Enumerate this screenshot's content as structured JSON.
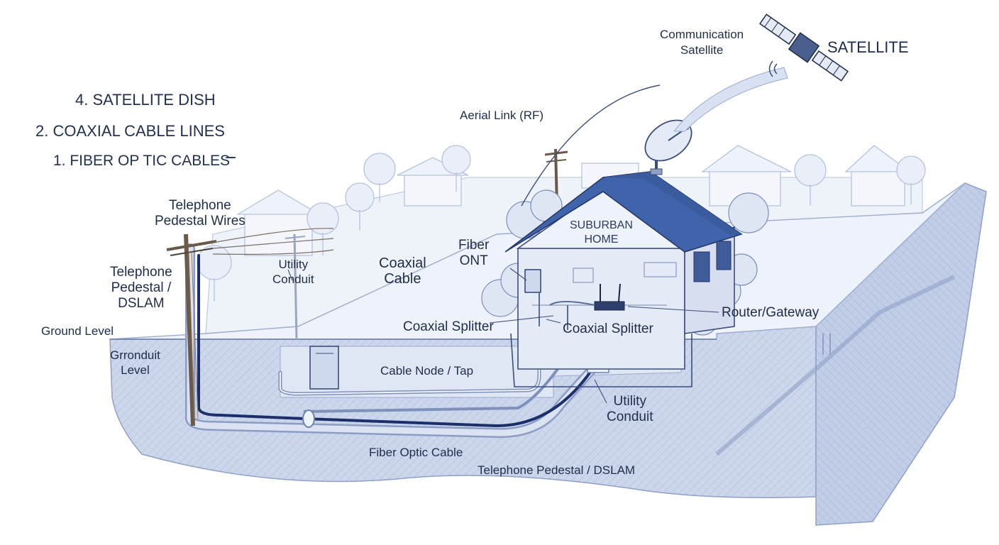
{
  "legend": {
    "item_4": "4. SATELLITE DISH",
    "item_2": "2. COAXIAL CABLE LINES",
    "item_1": "1. FIBER OP TIC CABLES",
    "dash": "–"
  },
  "labels": {
    "communication_satellite": "Communication\nSatellite",
    "satellite": "SATELLITE",
    "aerial_link": "Aerial Link (RF)",
    "telephone_pedestal_wires": "Telephone\nPedestal Wires",
    "telephone_pedestal_dslam_upper": "Telephone\nPedestal /\nDSLAM",
    "utility_conduit_upper": "Utility\nConduit",
    "coaxial_cable": "Coaxial\nCable",
    "fiber_ont": "Fiber\nONT",
    "suburban_home": "SUBURBAN\nHOME",
    "router_gateway": "Router/Gateway",
    "coaxial_splitter_left": "Coaxial Splitter",
    "coaxial_splitter_right": "Coaxial Splitter",
    "ground_level": "Ground Level",
    "grronduit_level": "Grronduit\nLevel",
    "cable_node_tap": "Cable Node / Tap",
    "utility_conduit_lower": "Utility\nConduit",
    "fiber_optic_cable": "Fiber Optic Cable",
    "telephone_pedestal_dslam_lower": "Telephone Pedestal / DSLAM"
  },
  "colors": {
    "ink": "#2c3a5e",
    "roof": "#3f62a8",
    "fiber": "#1c2f6b",
    "soil": "#c9d4ea",
    "soil_dark": "#b5c3e0",
    "ground_top": "#eef2fa",
    "tree": "#dde5f3"
  }
}
